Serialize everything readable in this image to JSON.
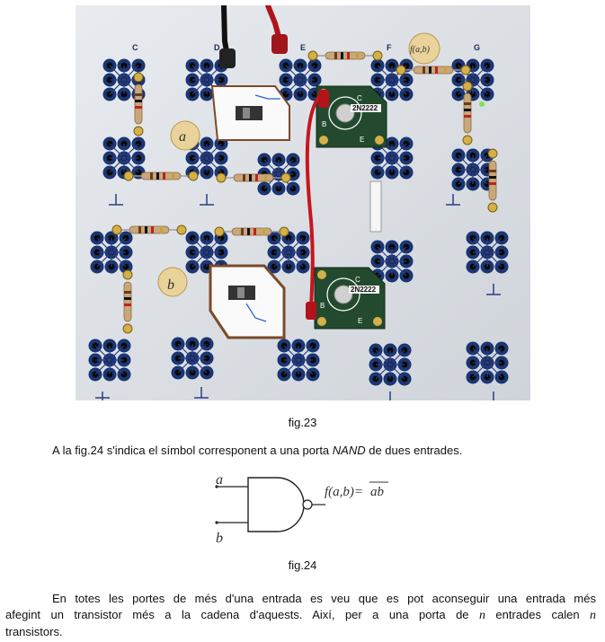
{
  "figure23": {
    "caption": "fig.23",
    "column_labels": [
      "C",
      "D",
      "E",
      "F",
      "G"
    ],
    "disc_labels": [
      "a",
      "b"
    ],
    "function_label": "f(a,b)",
    "transistor_labels": [
      "2N2222",
      "2N2222"
    ],
    "transistor_pins": [
      "C",
      "B",
      "E"
    ]
  },
  "paragraph1": {
    "before": "A la fig.24 s'indica el símbol corresponent a una porta ",
    "emph": "NAND",
    "after": " de dues entrades."
  },
  "figure24": {
    "caption": "fig.24",
    "input_a": "a",
    "input_b": "b",
    "output_label": "f(a,b)=",
    "output_expr": "ab"
  },
  "paragraph2": {
    "line1": "En totes les portes de més d'una entrada es veu que es pot aconseguir una entrada més",
    "line2_a": "afegint un transistor més a la cadena d'aquests. Així, per a una porta de ",
    "var_n": "n",
    "line2_b": " entrades calen ",
    "line3": "transistors."
  }
}
